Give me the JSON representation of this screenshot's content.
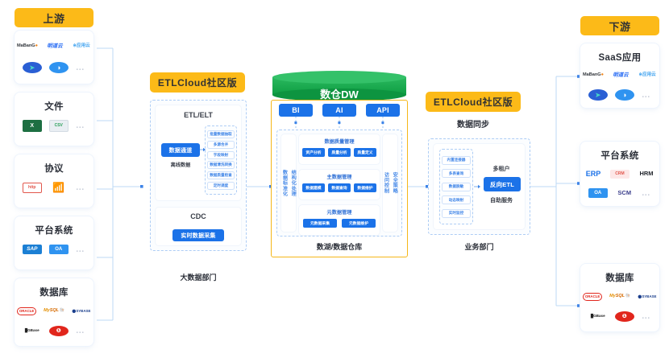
{
  "upstream": {
    "header": "上游",
    "cards": [
      {
        "title": "",
        "rows": [
          [
            "MaBanG",
            "明道云",
            "应用云"
          ],
          [
            "logo-teal",
            "logo-blue",
            "…"
          ]
        ]
      },
      {
        "title": "文件",
        "rows": [
          [
            "XLS",
            "CSV",
            "…"
          ]
        ]
      },
      {
        "title": "协议",
        "rows": [
          [
            "http",
            "rss",
            "…"
          ]
        ]
      },
      {
        "title": "平台系统",
        "rows": [
          [
            "SAP",
            "OA",
            "…"
          ]
        ]
      },
      {
        "title": "数据库",
        "rows": [
          [
            "ORACLE",
            "MySQL",
            "SYBASE"
          ],
          [
            "GBase",
            "达梦",
            "…"
          ]
        ]
      }
    ]
  },
  "etl_left": {
    "header": "ETLCloud社区版",
    "footer": "大数据部门",
    "etl_title": "ETL/ELT",
    "channel_button": "数据通道",
    "channel_caption": "离线数据",
    "features": [
      "批量数据抽取",
      "多源合并",
      "字段映射",
      "数据清洗转换",
      "数据质量检查",
      "定时调度"
    ],
    "cdc_title": "CDC",
    "cdc_button": "实时数据采集"
  },
  "warehouse": {
    "cylinder": "数仓DW",
    "outputs": [
      "BI",
      "AI",
      "API"
    ],
    "footer": "数湖/数据仓库",
    "left_labels": [
      "数据标准化",
      "结构化处理"
    ],
    "right_labels": [
      "访问控制",
      "安全策略"
    ],
    "groups": [
      {
        "title": "数据质量管理",
        "items": [
          "资产分析",
          "质量分析",
          "质量定义"
        ]
      },
      {
        "title": "主数据管理",
        "items": [
          "数据建模",
          "数据查询",
          "数据维护"
        ]
      },
      {
        "title": "元数据管理",
        "items": [
          "元数据采集",
          "元数据维护"
        ]
      }
    ]
  },
  "etl_right": {
    "header": "ETLCloud社区版",
    "subtitle": "数据同步",
    "footer": "业务部门",
    "features": [
      "内置连接器",
      "多表查询",
      "数据脱敏",
      "动态映射",
      "实时监控"
    ],
    "tenant_label": "多租户",
    "reverse_etl": "反向ETL",
    "service_label": "自助服务"
  },
  "downstream": {
    "header": "下游",
    "cards": [
      {
        "title": "SaaS应用",
        "rows": [
          [
            "MaBanG",
            "明道云",
            "应用云"
          ],
          [
            "logo-teal",
            "logo-blue",
            "…"
          ]
        ]
      },
      {
        "title": "平台系统",
        "rows": [
          [
            "ERP",
            "CRM",
            "HRM"
          ],
          [
            "OA",
            "SCM",
            "…"
          ]
        ]
      },
      {
        "title": "数据库",
        "rows": [
          [
            "ORACLE",
            "MySQL",
            "SYBASE"
          ],
          [
            "GBase",
            "达梦",
            "…"
          ]
        ]
      }
    ]
  },
  "colors": {
    "accent_yellow": "#FCBA18",
    "accent_blue": "#1B72E8",
    "accent_green": "#1DAB52",
    "wire": "#bcd8f5",
    "dash_border": "#aecdf5"
  }
}
